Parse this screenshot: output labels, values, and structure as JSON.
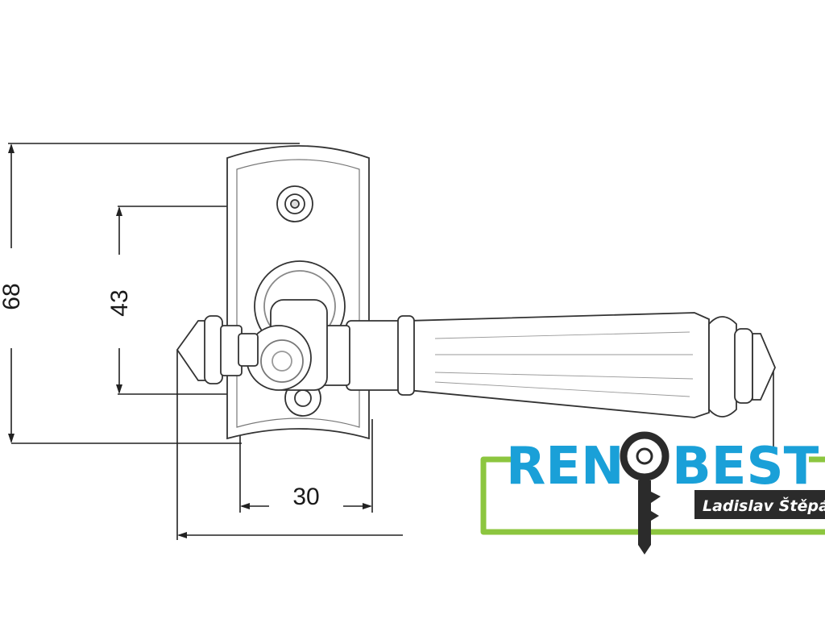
{
  "drawing": {
    "dimensions": {
      "height": "68",
      "hole_spacing": "43",
      "plate_width": "30"
    }
  },
  "logo": {
    "brand_left": "REN",
    "brand_right": "BEST",
    "owner": "Ladislav Štěpán",
    "colors": {
      "brand_blue": "#1aa0d8",
      "frame_green": "#8cc63f",
      "tag_bg": "#2b2b2b"
    }
  }
}
